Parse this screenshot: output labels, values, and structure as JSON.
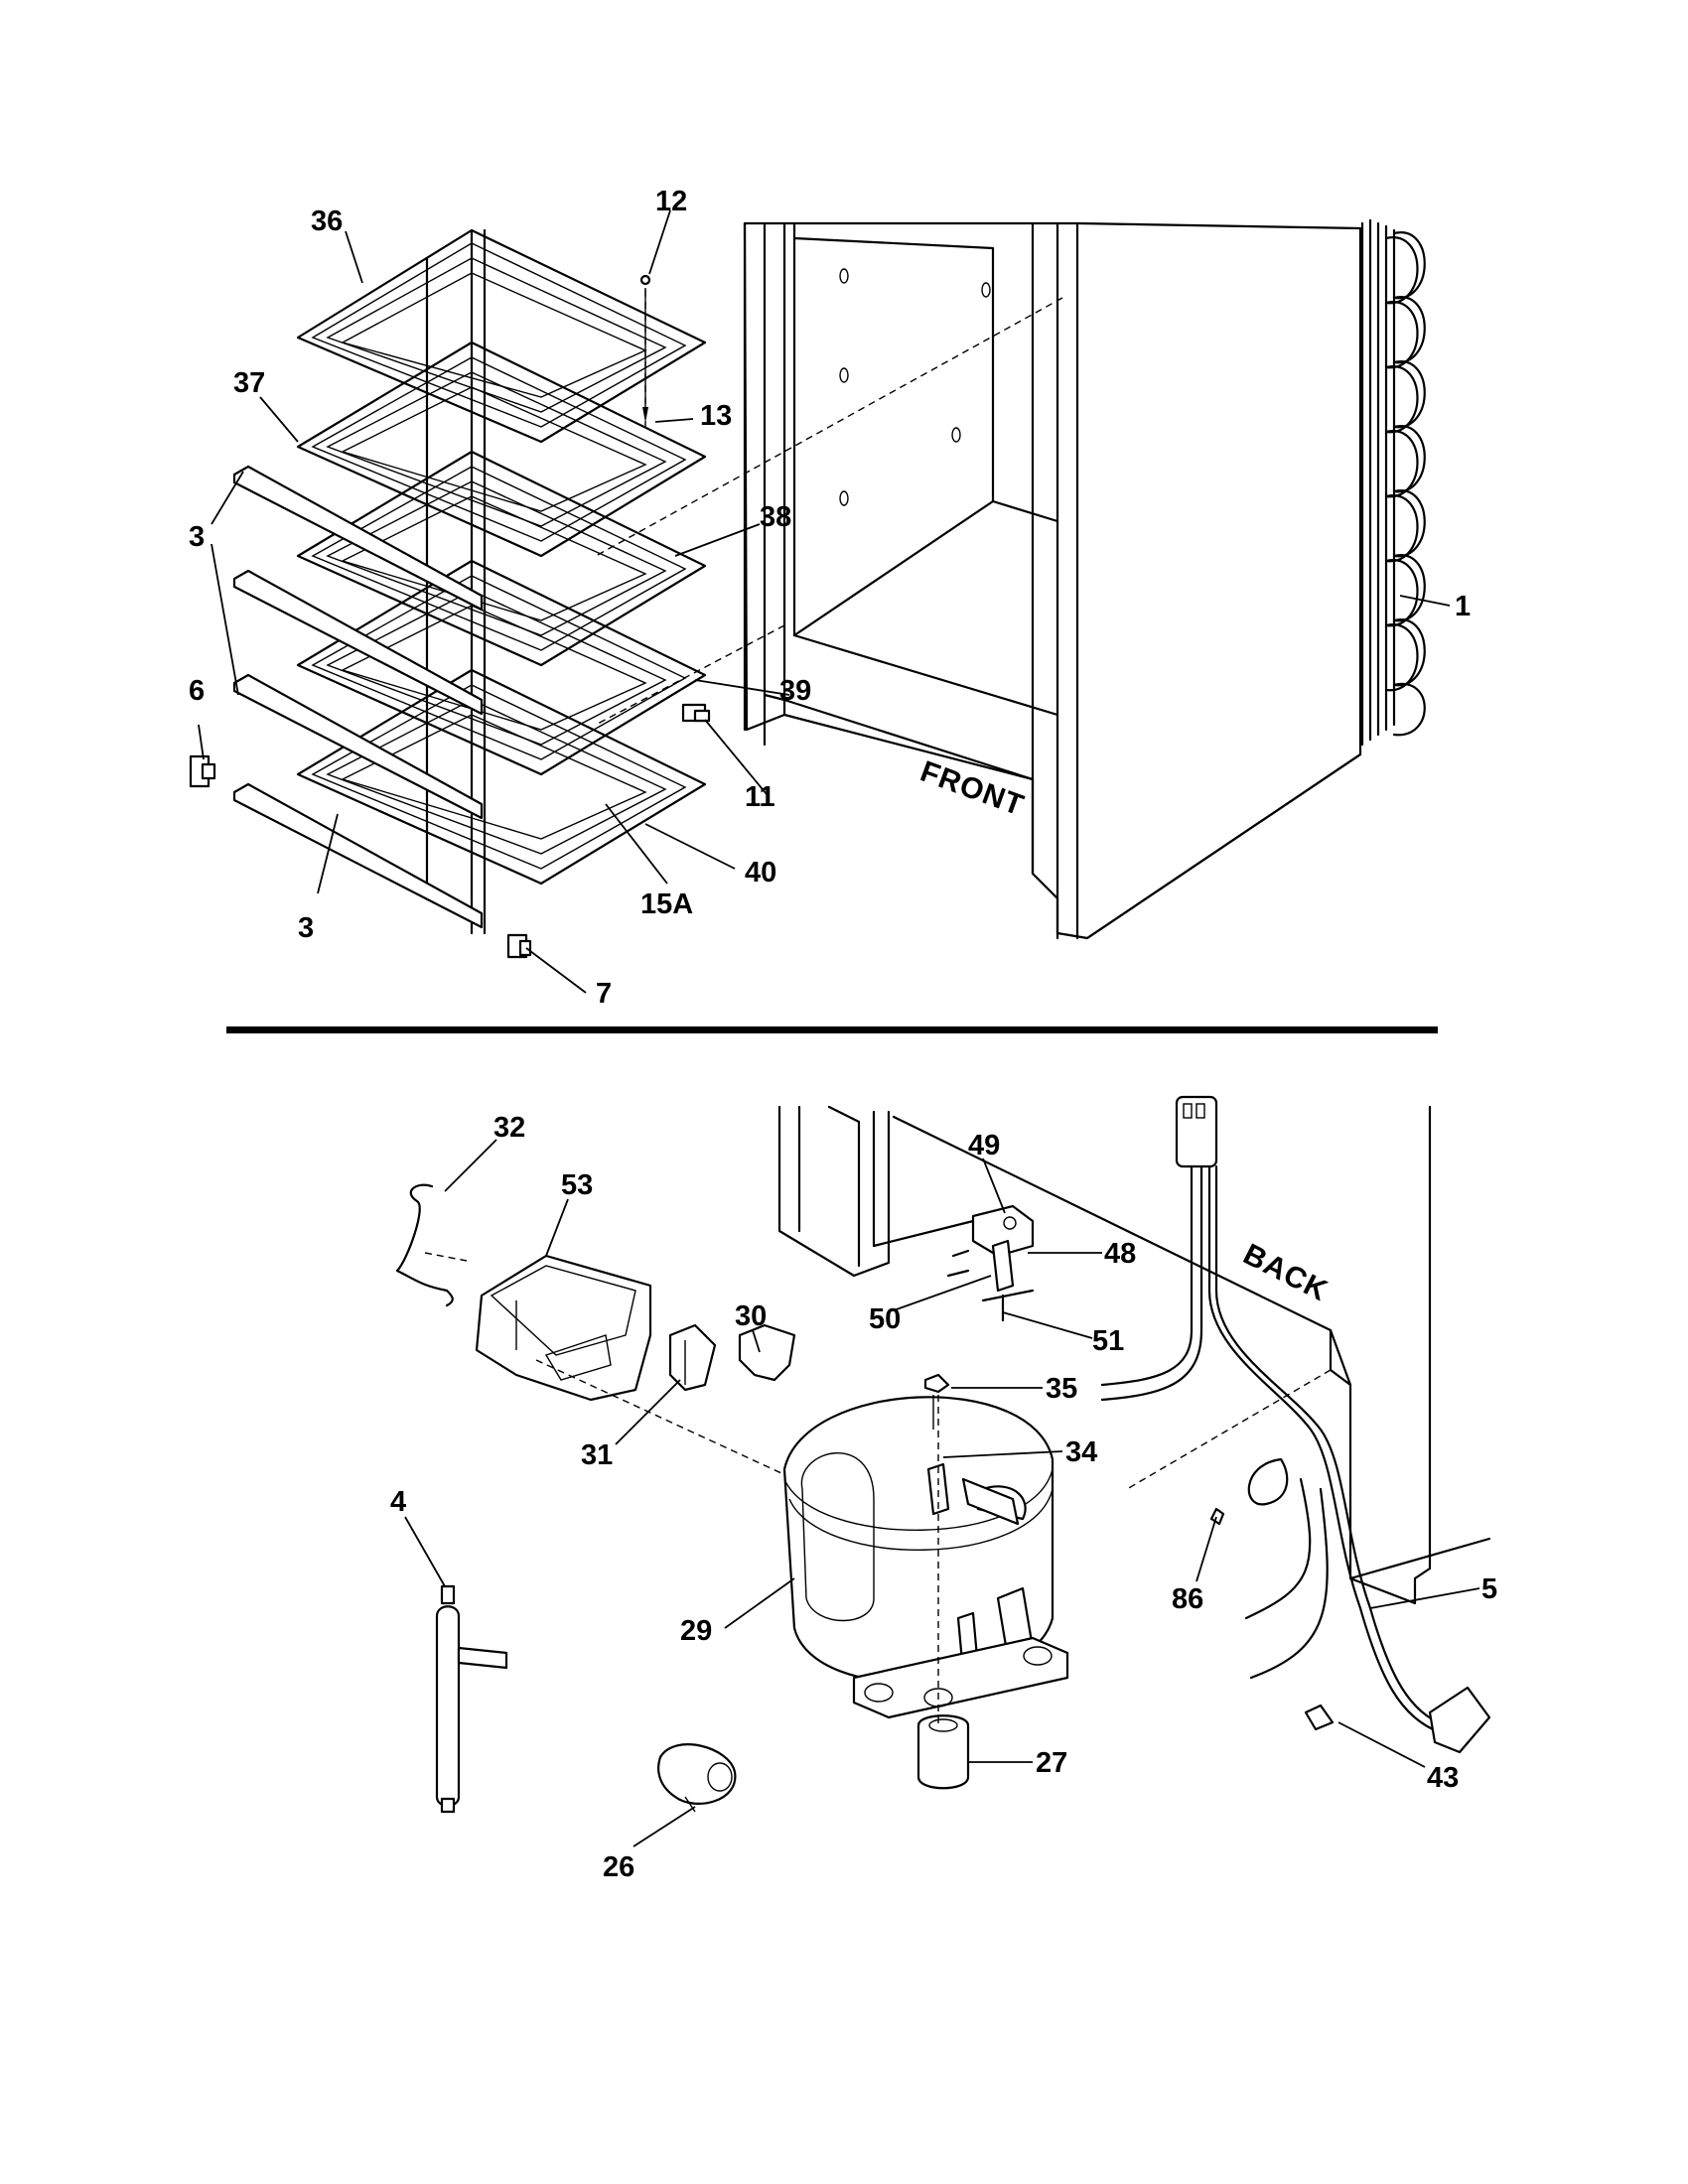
{
  "words": {
    "front": "FRONT",
    "back": "BACK"
  },
  "labels": {
    "l1": "1",
    "l3a": "3",
    "l3b": "3",
    "l6": "6",
    "l7": "7",
    "l11": "11",
    "l12": "12",
    "l13": "13",
    "l15a": "15A",
    "l36": "36",
    "l37": "37",
    "l38": "38",
    "l39": "39",
    "l40": "40",
    "l4": "4",
    "l5": "5",
    "l26": "26",
    "l27": "27",
    "l29": "29",
    "l30": "30",
    "l31": "31",
    "l32": "32",
    "l34": "34",
    "l35": "35",
    "l43": "43",
    "l48": "48",
    "l49": "49",
    "l50": "50",
    "l51": "51",
    "l53": "53",
    "l86": "86"
  }
}
